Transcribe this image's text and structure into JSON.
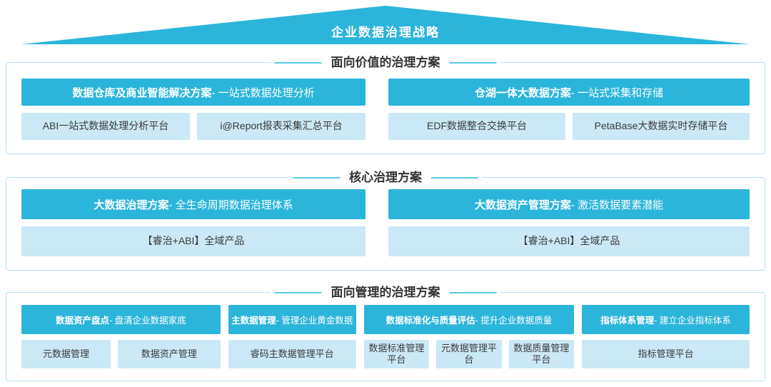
{
  "roof": {
    "title": "企业数据治理战略"
  },
  "colors": {
    "primary_cyan": "#2cb5da",
    "item_light_blue": "#cbe8f6",
    "box_border": "#b7e2f0",
    "title_line": "#5bc8e6",
    "title_text": "#333333",
    "header_text": "#ffffff",
    "item_text": "#3b3b3b"
  },
  "sections": [
    {
      "title": "面向价值的治理方案",
      "columns": [
        {
          "header_bold": "数据仓库及商业智能解决方案",
          "header_rest": " - 一站式数据处理分析",
          "items": [
            "ABI一站式数据处理分析平台",
            "i@Report报表采集汇总平台"
          ]
        },
        {
          "header_bold": "仓湖一体大数据方案",
          "header_rest": " - 一站式采集和存储",
          "items": [
            "EDF数据整合交换平台",
            "PetaBase大数据实时存储平台"
          ]
        }
      ]
    },
    {
      "title": "核心治理方案",
      "columns": [
        {
          "header_bold": "大数据治理方案",
          "header_rest": " - 全生命周期数据治理体系",
          "items": [
            "【睿治+ABI】全域产品"
          ]
        },
        {
          "header_bold": "大数据资产管理方案",
          "header_rest": " - 激活数据要素潜能",
          "items": [
            "【睿治+ABI】全域产品"
          ]
        }
      ]
    },
    {
      "title": "面向管理的治理方案",
      "columns": [
        {
          "header_bold": "数据资产盘点",
          "header_rest": " - 盘清企业数据家底",
          "items": [
            "元数据管理",
            "数据资产管理"
          ]
        },
        {
          "header_bold": "主数据管理",
          "header_rest": " - 管理企业黄金数据",
          "items": [
            "睿码主数据管理平台"
          ]
        },
        {
          "header_bold": "数据标准化与质量评估",
          "header_rest": " - 提升企业数据质量",
          "items": [
            "数据标准管理平台",
            "元数据管理平台",
            "数据质量管理平台"
          ]
        },
        {
          "header_bold": "指标体系管理",
          "header_rest": " - 建立企业指标体系",
          "items": [
            "指标管理平台"
          ]
        }
      ]
    }
  ]
}
